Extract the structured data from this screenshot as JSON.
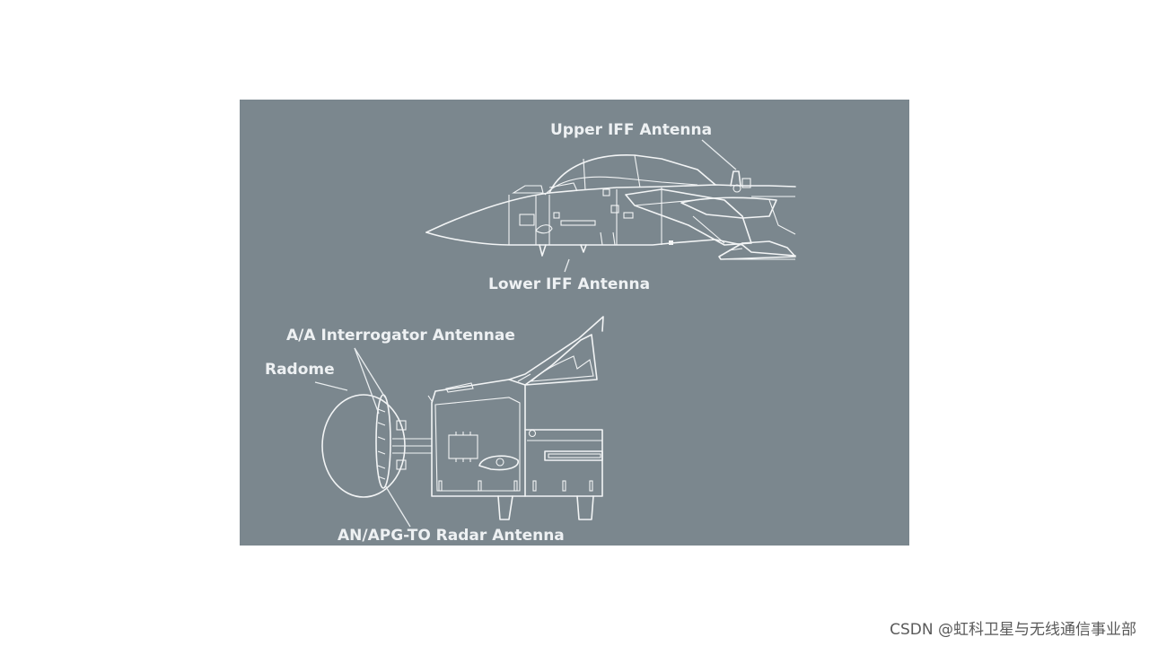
{
  "labels": {
    "upper_iff": "Upper IFF Antenna",
    "lower_iff": "Lower IFF Antenna",
    "aa_interrogator": "A/A Interrogator Antennae",
    "radome": "Radome",
    "radar_antenna": "AN/APG-TO Radar Antenna"
  },
  "watermark": "CSDN @虹科卫星与无线通信事业部",
  "colors": {
    "panel_background": "#7b878e",
    "line_art": "#f2f4f5",
    "page_background": "#ffffff"
  }
}
